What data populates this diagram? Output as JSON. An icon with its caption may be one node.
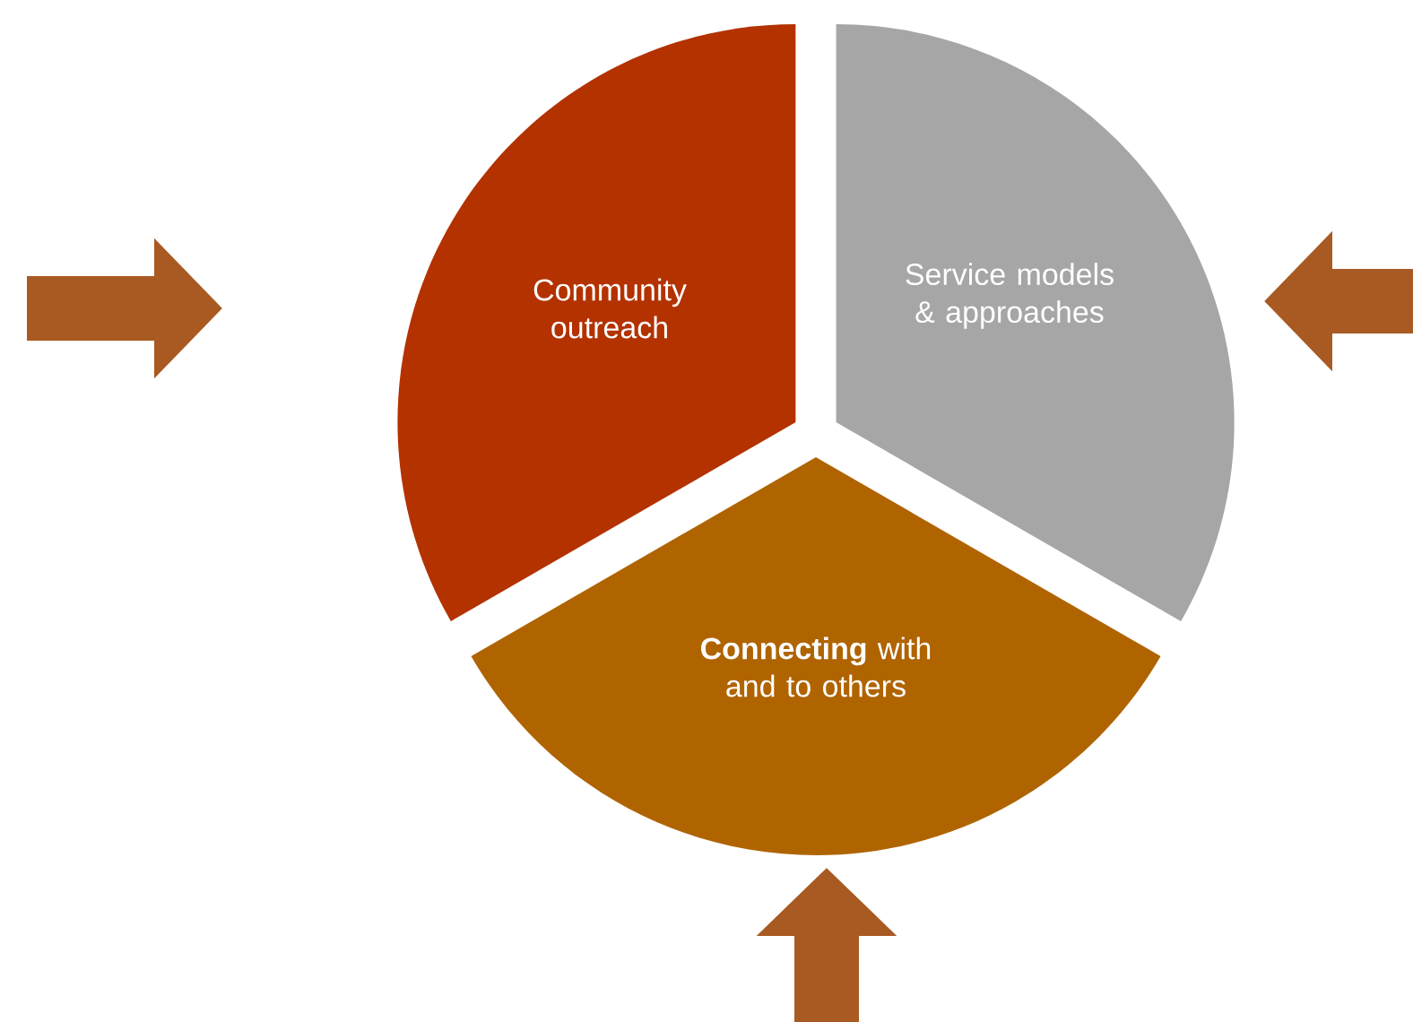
{
  "diagram": {
    "nodes": [
      {
        "text": [
          "Community outreach"
        ]
      },
      {
        "text": [
          "Service models & approaches"
        ]
      },
      {
        "text": [
          "**Connecting** with and to others"
        ]
      }
    ]
  }
}
